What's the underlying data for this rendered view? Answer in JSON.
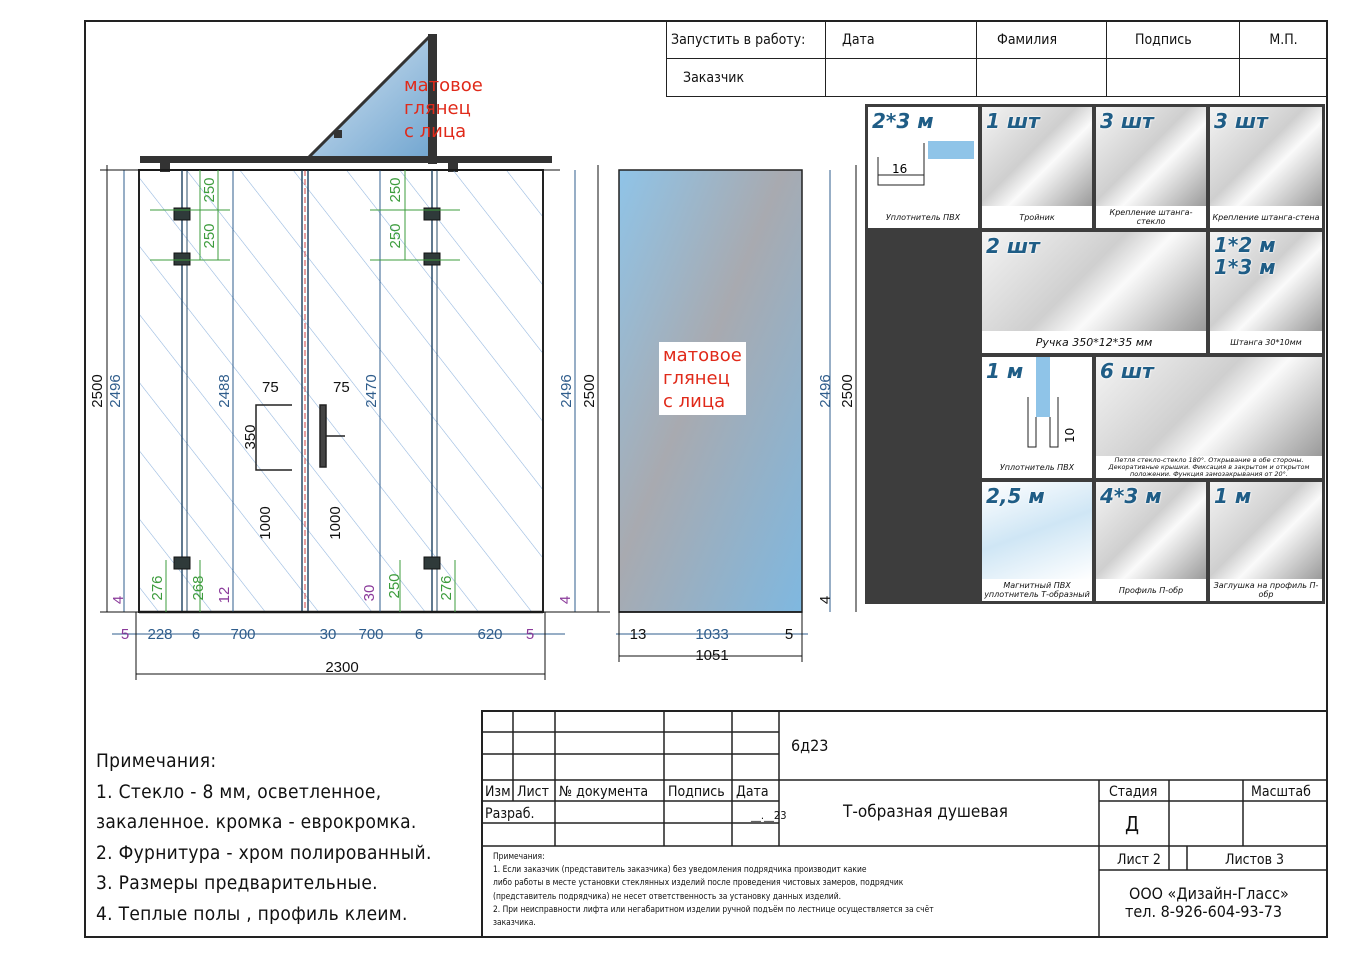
{
  "header_table": {
    "launch_label": "Запустить в работу:",
    "date_label": "Дата",
    "surname_label": "Фамилия",
    "signature_label": "Подпись",
    "stamp_label": "М.П.",
    "customer_label": "Заказчик"
  },
  "drawing": {
    "glass_finish_note": [
      "матовое",
      "глянец",
      "с лица"
    ],
    "front_view": {
      "overall_height_left": "2500",
      "glass_height_left": "2496",
      "inner_height": "2488",
      "door_height": "2470",
      "glass_height_right": "2496",
      "overall_height_right": "2500",
      "hinge_spacing": [
        "250",
        "250",
        "250",
        "250"
      ],
      "bottom_gaps": [
        "276",
        "268",
        "12",
        "30",
        "250",
        "276"
      ],
      "floor_gap": "4",
      "handle_offset_a": "75",
      "handle_offset_b": "75",
      "handle_length": "350",
      "handle_height": "1000",
      "widths": [
        "5",
        "228",
        "6",
        "700",
        "30",
        "700",
        "6",
        "620",
        "5"
      ],
      "total_width": "2300"
    },
    "side_view": {
      "glass_height": "2496",
      "overall_height": "2500",
      "floor_gap": "4",
      "widths": [
        "13",
        "1033",
        "5"
      ],
      "total_width": "1051"
    }
  },
  "components": [
    {
      "qty": "2*3 м",
      "caption": "Уплотнитель ПВХ",
      "dim": "16"
    },
    {
      "qty": "1 шт",
      "caption": "Тройник"
    },
    {
      "qty": "3 шт",
      "caption": "Крепление штанга-стекло"
    },
    {
      "qty": "3 шт",
      "caption": "Крепление штанга-стена"
    },
    {
      "qty": "2 шт",
      "caption": "Ручка 350*12*35 мм"
    },
    {
      "qty": "1*2 м\n1*3 м",
      "caption": "Штанга 30*10мм"
    },
    {
      "qty": "1 м",
      "caption": "Уплотнитель ПВХ",
      "dim": "10"
    },
    {
      "qty": "6 шт",
      "caption": "Петля стекло-стекло 180°. Открывание в обе стороны. Декоративные крышки. Фиксация в закрытом и открытом положении. Функция замозакрывания от 20°."
    },
    {
      "qty": "2,5 м",
      "caption": "Магнитный ПВХ уплотнитель Т-образный"
    },
    {
      "qty": "4*3 м",
      "caption": "Профиль П-обр"
    },
    {
      "qty": "1 м",
      "caption": "Заглушка на профиль П-обр"
    }
  ],
  "notes": {
    "title": "Примечания:",
    "lines": [
      "1. Стекло - 8 мм, осветленное,",
      "закаленное. кромка - еврокромка.",
      "2. Фурнитура - хром полированный.",
      "3. Размеры предварительные.",
      "4. Теплые полы , профиль клеим."
    ]
  },
  "title_block": {
    "code": "6д23",
    "cols": [
      "Изм",
      "Лист",
      "№ документа",
      "Подпись",
      "Дата"
    ],
    "developed": "Разраб.",
    "date_fragment": "__.__23",
    "title": "Т-образная душевая",
    "stage_label": "Стадия",
    "scale_label": "Масштаб",
    "stage_value": "Д",
    "sheet": "Лист 2",
    "sheets": "Листов 3",
    "company": "ООО «Дизайн-Гласс»",
    "phone": "тел. 8-926-604-93-73",
    "small_notes_title": "Примечания:",
    "small_notes": [
      "1. Если заказчик (представитель заказчика) без уведомления подрядчика производит какие",
      "либо работы в месте установки стеклянных изделий после проведения чистовых замеров, подрядчик",
      "(представитель подрядчика) не несет ответственность за установку данных изделий.",
      "2. При неисправности лифта или негабаритном изделии ручной подъём по лестнице осуществляется за счёт",
      "заказчика."
    ]
  }
}
